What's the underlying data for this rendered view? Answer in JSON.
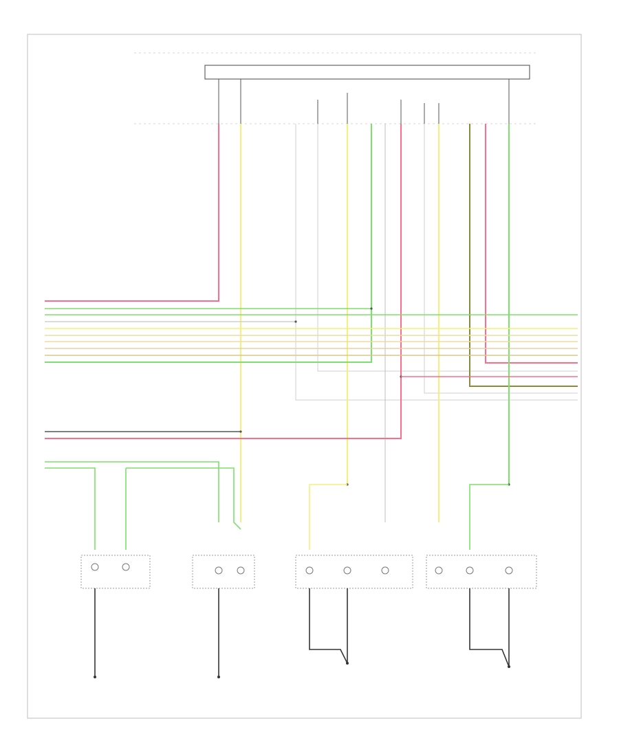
{
  "diagram": {
    "module_label": "",
    "page_label": "",
    "components": [
      {
        "id": "lamp-switch",
        "label": ""
      },
      {
        "id": "stop-lamp",
        "label": ""
      },
      {
        "id": "right-combo-lamp",
        "label": ""
      },
      {
        "id": "left-combo-lamp",
        "label": ""
      }
    ],
    "grounds": [
      {
        "id": "ground-1",
        "label": ""
      },
      {
        "id": "ground-2",
        "label": ""
      },
      {
        "id": "ground-3",
        "label": ""
      },
      {
        "id": "ground-4",
        "label": ""
      }
    ],
    "wire_colors": {
      "red": "#ff6b8a",
      "yellow": "#f4f07a",
      "green": "#7de06a",
      "gray": "#9a9a9a",
      "tan": "#d8c98a",
      "olive": "#8a8a3a",
      "black": "#333333"
    }
  }
}
